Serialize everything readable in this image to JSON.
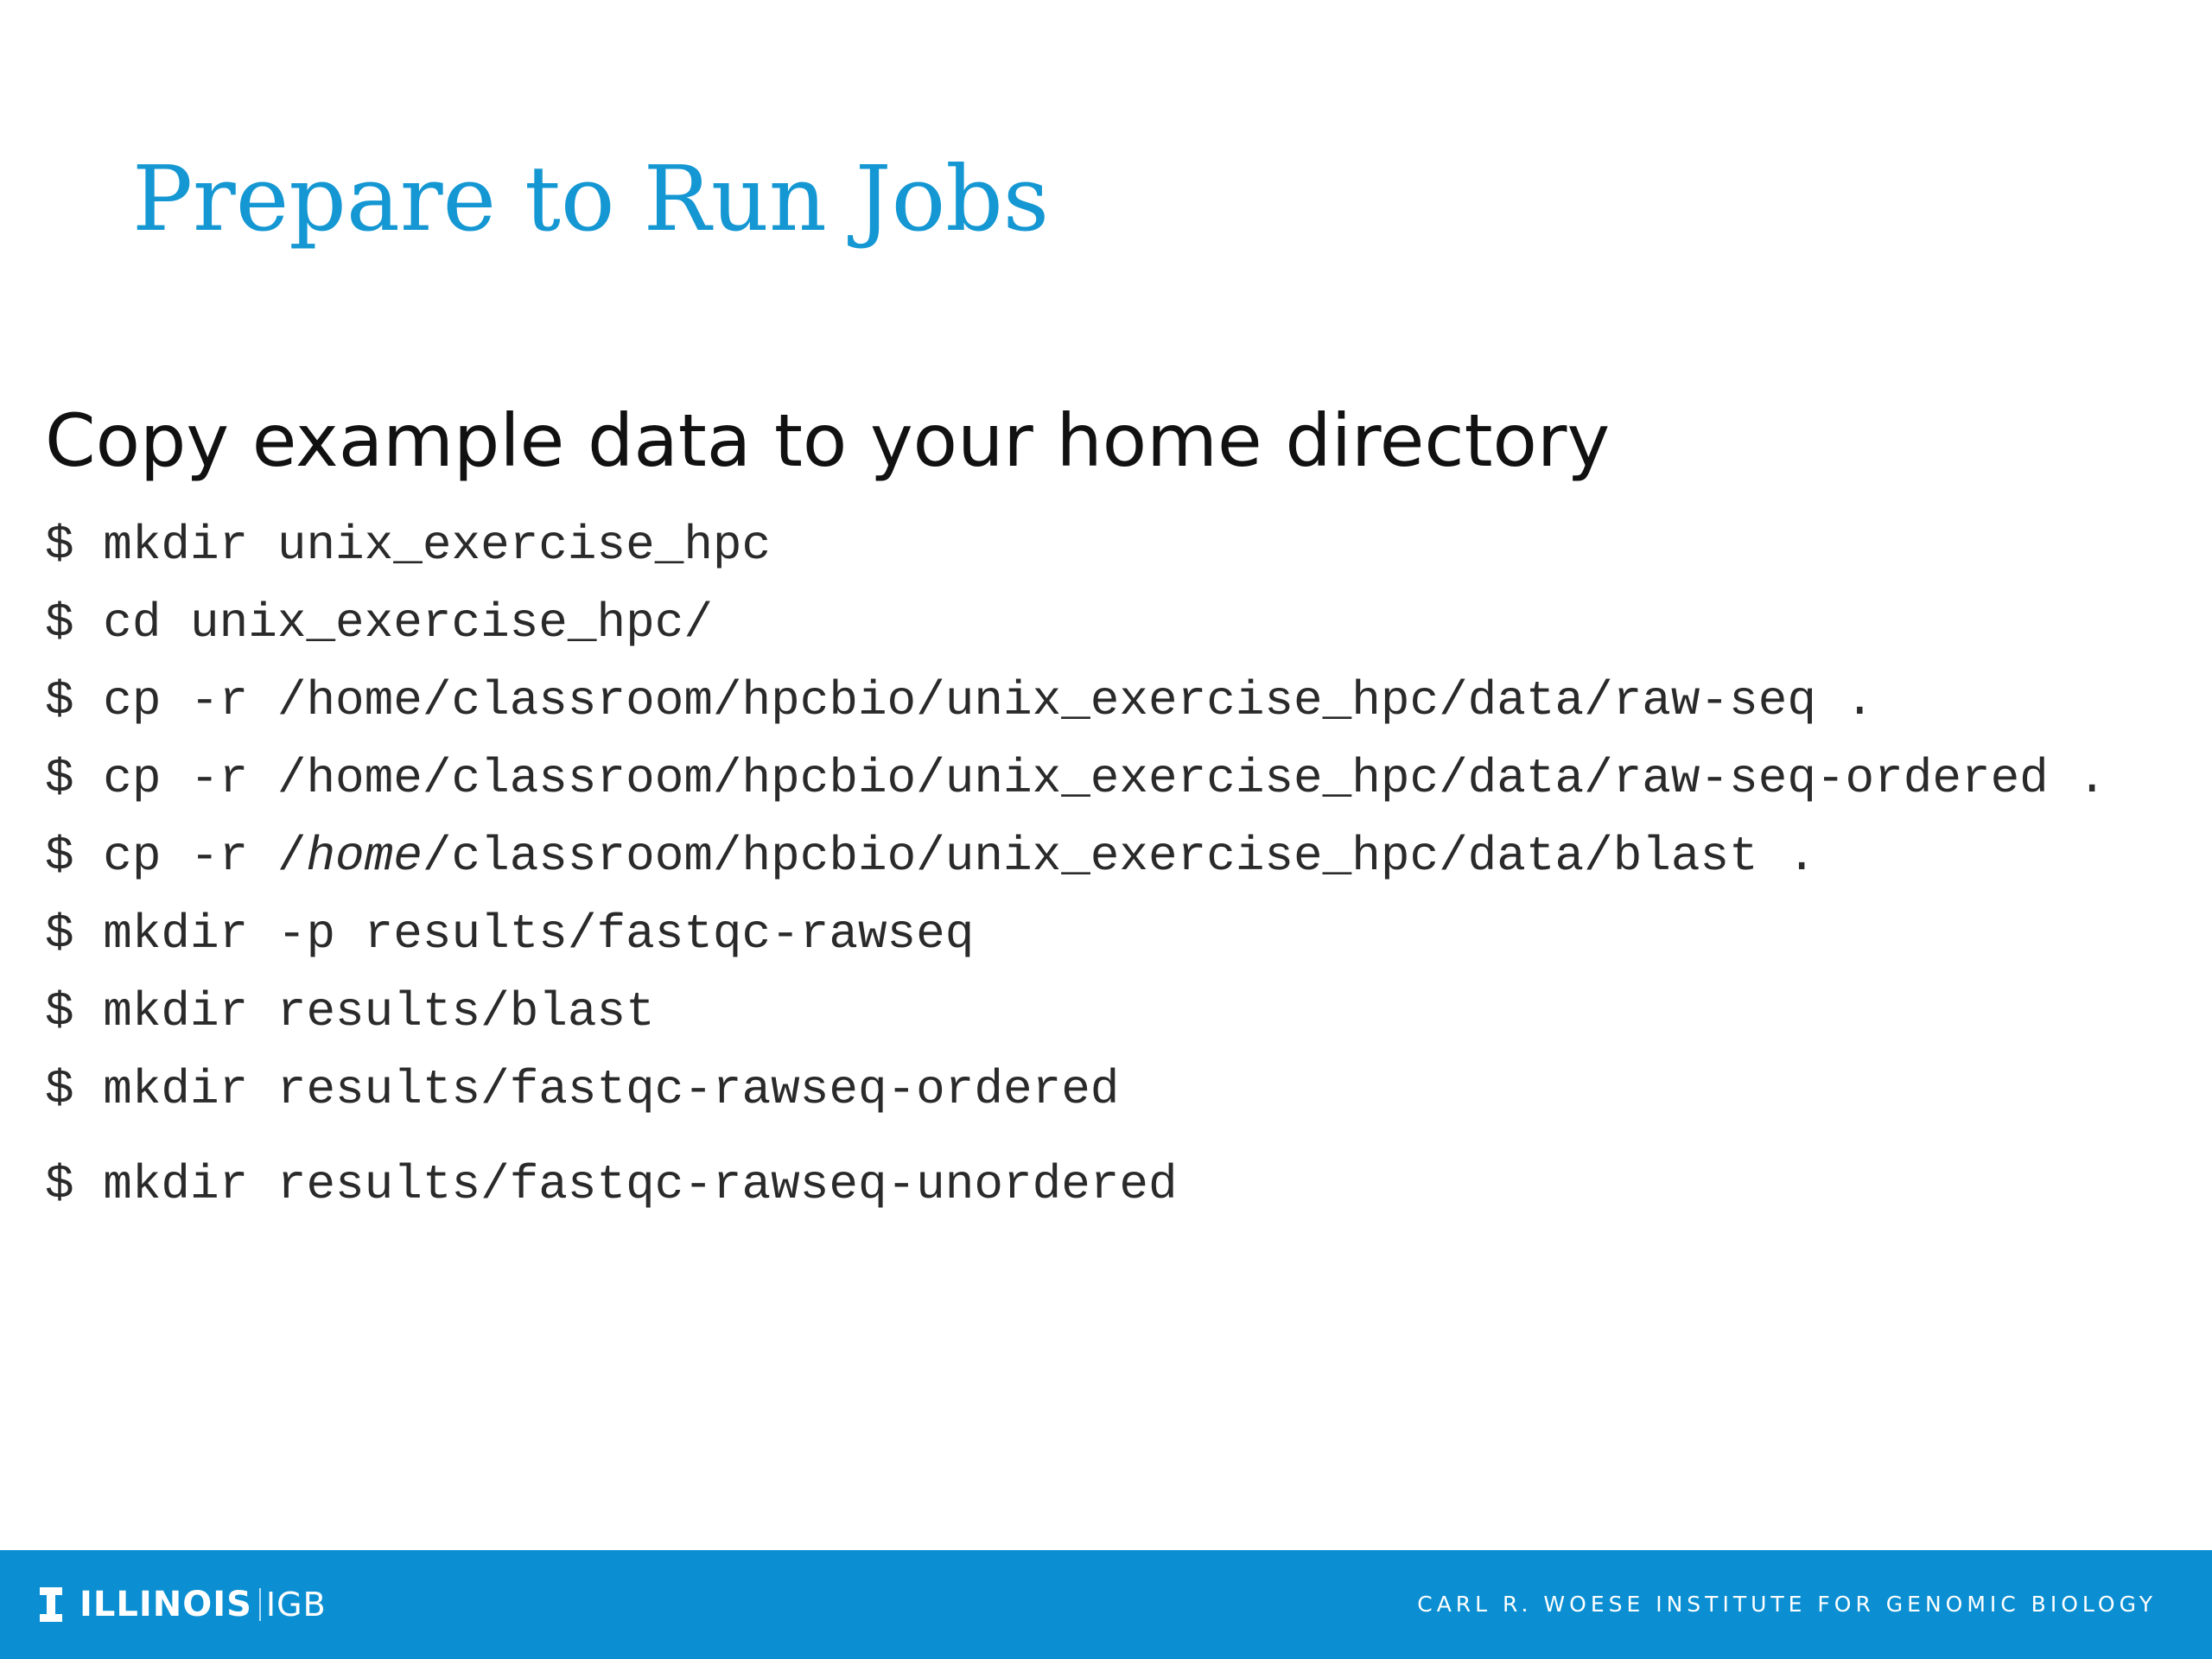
{
  "slide": {
    "title": "Prepare to Run Jobs",
    "heading": "Copy example data to your home directory"
  },
  "commands": [
    "$ mkdir unix_exercise_hpc",
    "$ cd unix_exercise_hpc/",
    "$ cp -r /home/classroom/hpcbio/unix_exercise_hpc/data/raw-seq .",
    "$ cp -r /home/classroom/hpcbio/unix_exercise_hpc/data/raw-seq-ordered .",
    "$ cp -r /home/classroom/hpcbio/unix_exercise_hpc/data/blast .",
    "$ mkdir -p results/fastqc-rawseq",
    "$ mkdir results/blast",
    "$ mkdir results/fastqc-rawseq-ordered",
    "$ mkdir results/fastqc-rawseq-unordered"
  ],
  "command5_parts": {
    "before": "$ cp -r /",
    "italic": "home",
    "after": "/classroom/hpcbio/unix_exercise_hpc/data/blast ."
  },
  "footer": {
    "logo_icon": "block-i-icon",
    "logo_main": "ILLINOIS",
    "logo_sub": "IGB",
    "institute": "CARL R. WOESE INSTITUTE FOR GENOMIC BIOLOGY",
    "background_color": "#0b8fd2"
  },
  "colors": {
    "title": "#1497d2",
    "heading": "#111111",
    "code": "#2a2a2a"
  }
}
